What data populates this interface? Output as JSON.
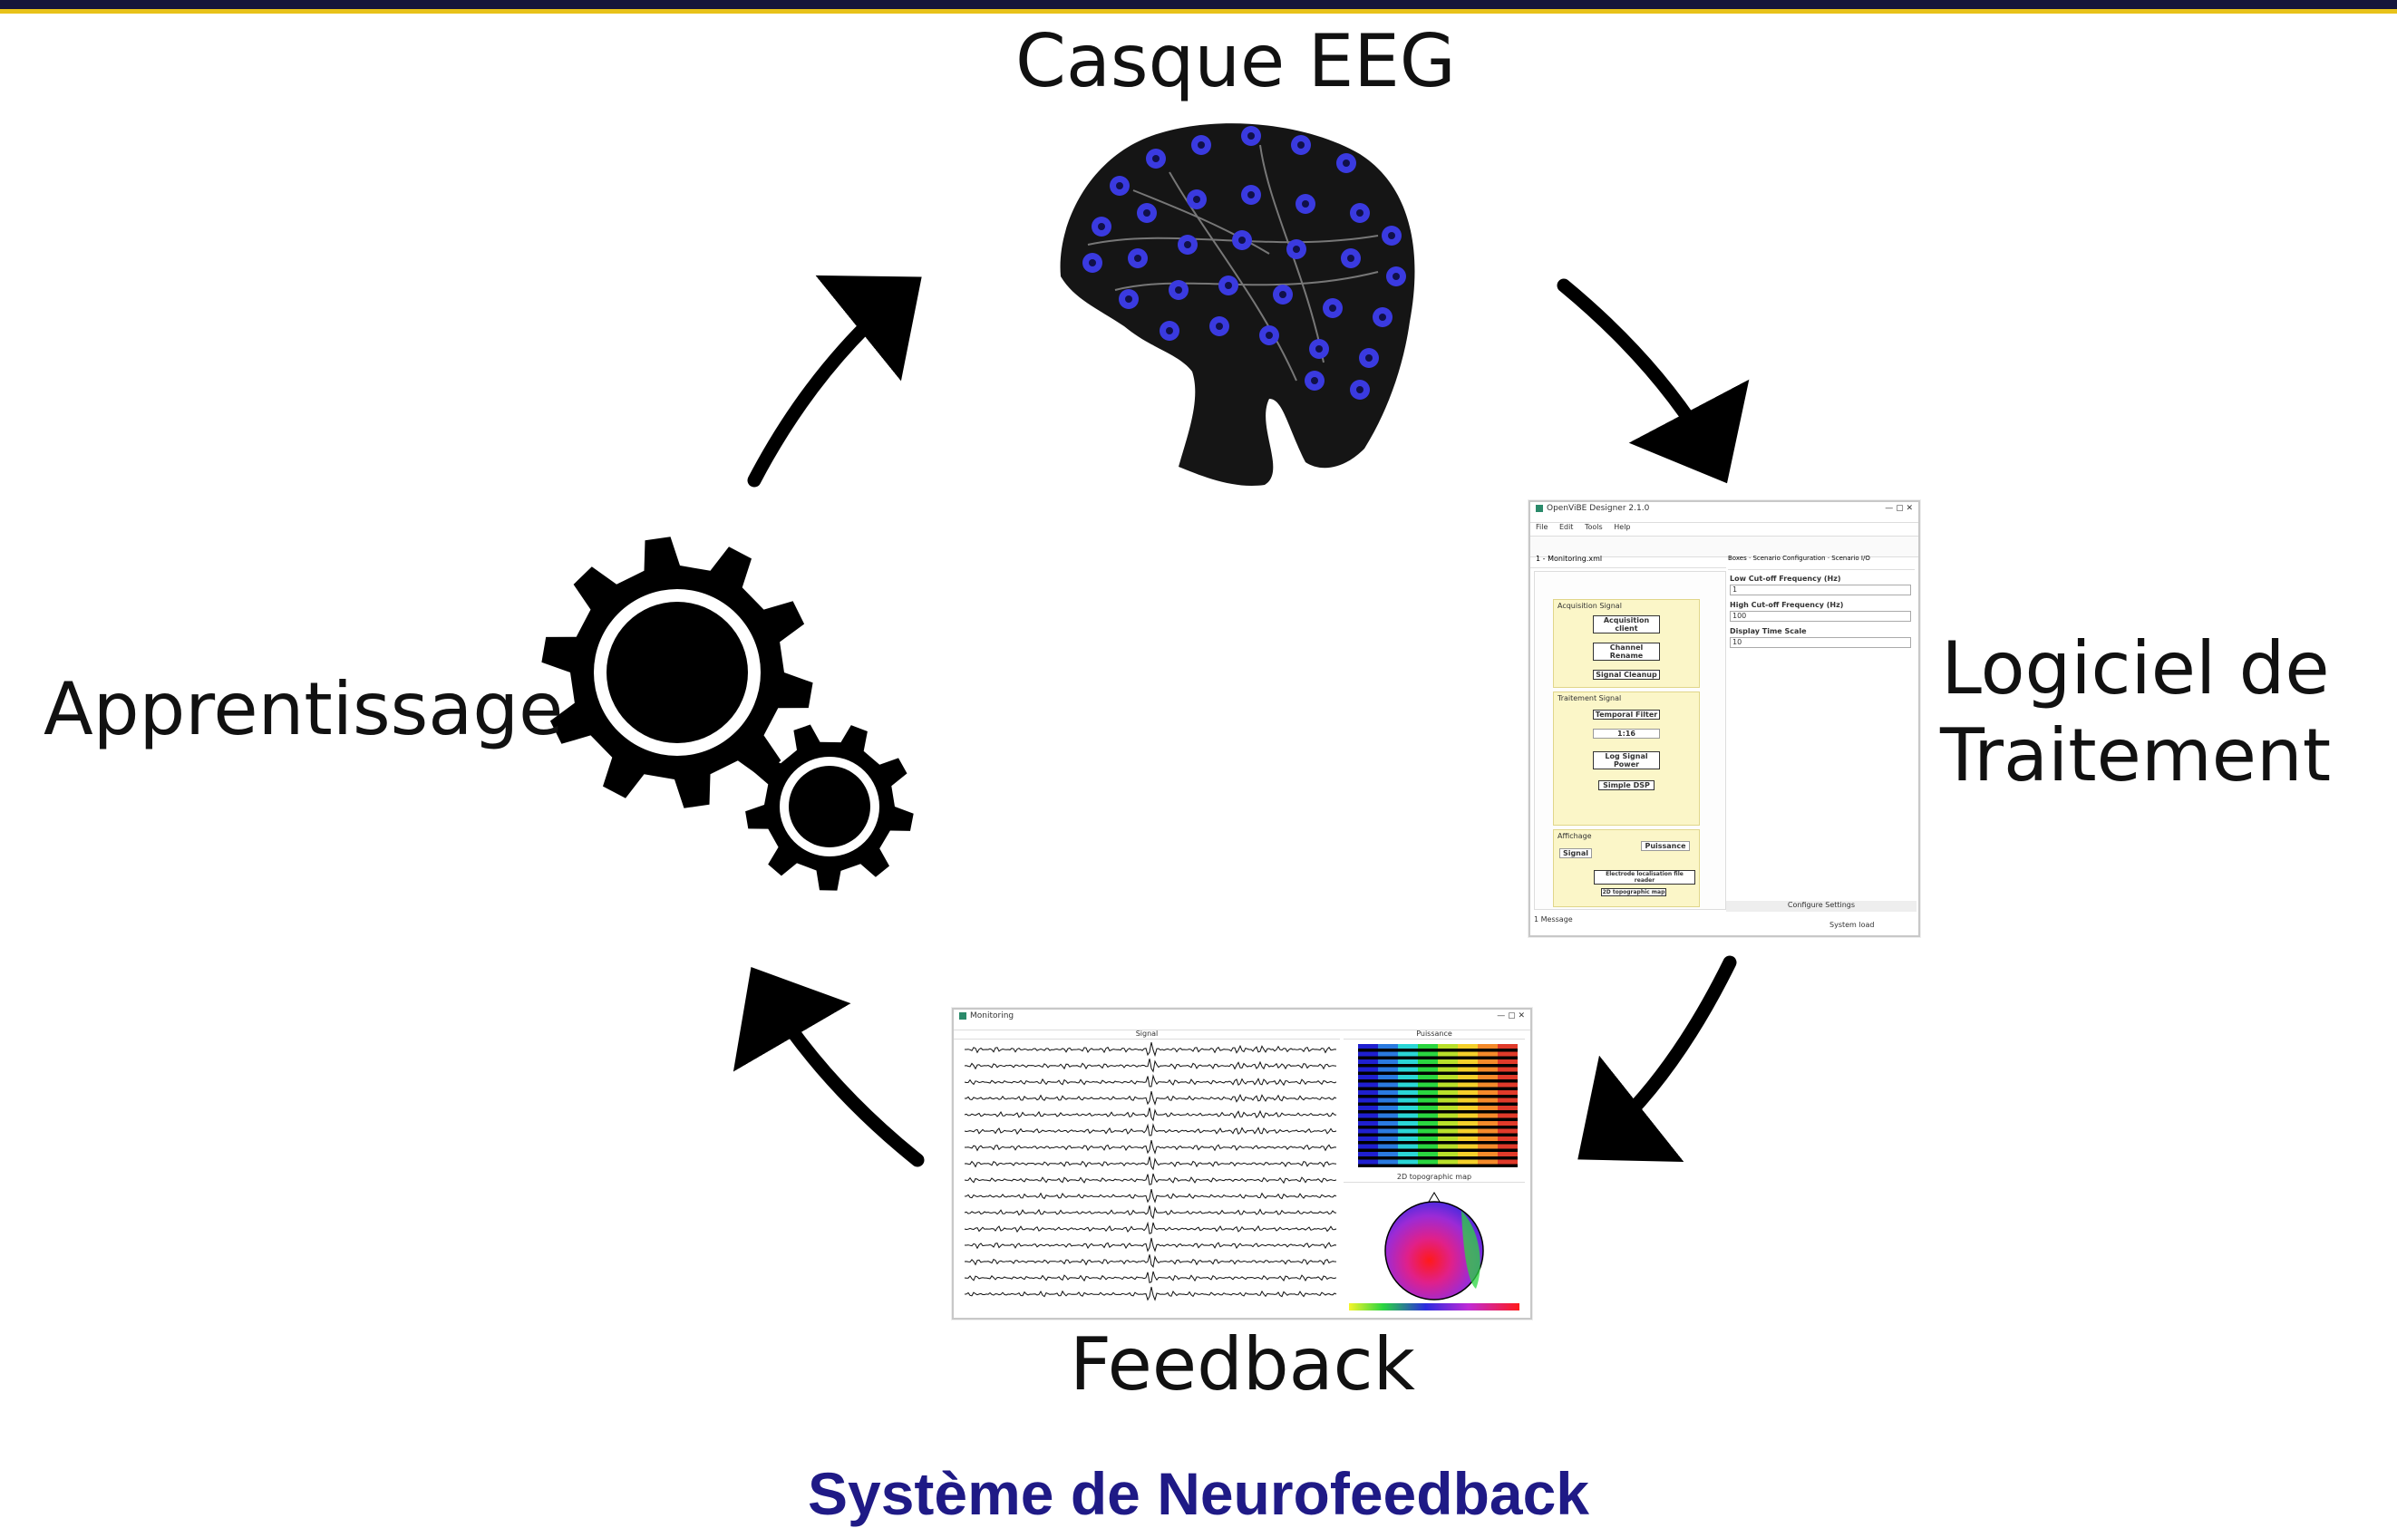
{
  "stages": {
    "casque": "Casque EEG",
    "logiciel_line1": "Logiciel de",
    "logiciel_line2": "Traitement",
    "feedback": "Feedback",
    "apprentissage": "Apprentissage"
  },
  "caption": "Système de Neurofeedback",
  "colors": {
    "top_bar": "#15153a",
    "top_bar_accent": "#e8c21a",
    "caption": "#1f1a86",
    "electrode": "#3a3ae0",
    "cap": "#151515"
  },
  "icons": {
    "learning": "gears-icon",
    "headset": "eeg-cap-icon"
  },
  "software_window": {
    "title": "OpenViBE Designer 2.1.0",
    "menu": [
      "File",
      "Edit",
      "Tools",
      "Help"
    ],
    "tab": "1 - Monitoring.xml",
    "right_tabs": [
      "Boxes",
      "Scenario Configuration",
      "Scenario I/O"
    ],
    "settings": [
      {
        "label": "Low Cut-off Frequency (Hz)",
        "value": "1"
      },
      {
        "label": "High Cut-off Frequency (Hz)",
        "value": "100"
      },
      {
        "label": "Display Time Scale",
        "value": "10"
      }
    ],
    "groups": [
      {
        "title": "Acquisition Signal",
        "boxes": [
          "Acquisition client",
          "Channel Rename",
          "Signal Cleanup"
        ]
      },
      {
        "title": "Traitement Signal",
        "boxes": [
          "Temporal Filter",
          "1:16",
          "Log Signal Power",
          "Simple DSP"
        ]
      },
      {
        "title": "Affichage",
        "boxes": [
          "Signal",
          "Puissance",
          "Electrode localisation file reader",
          "2D topographic map"
        ]
      }
    ],
    "footer_button": "Configure Settings",
    "status_message": "1 Message",
    "status_right": "System load"
  },
  "feedback_window": {
    "title": "Monitoring",
    "panel_signal": "Signal",
    "panel_power": "Puissance",
    "panel_topo": "2D topographic map"
  }
}
